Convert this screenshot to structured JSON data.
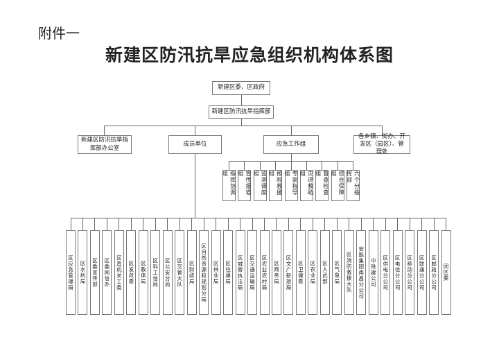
{
  "attachment_label": "附件一",
  "title": "新建区防汛抗旱应急组织机构体系图",
  "top": "新建区委、区政府",
  "command": "新建区防汛抗旱指挥部",
  "level3": [
    "新建区防汛抗旱指挥部办公室",
    "成员单位",
    "应急工作组",
    "各乡镇、街办、开发区（园区）、管理处"
  ],
  "groups": [
    "指挥协调组",
    "宣传报道组",
    "监测调度组",
    "抢险救援组",
    "专家指导组",
    "灾评救助组",
    "督查检查组",
    "综合保障组",
    "六个分指挥部"
  ],
  "members": [
    "区应急管理局",
    "区水利局",
    "区委宣传部",
    "区委网信办",
    "区直机关工委",
    "区发改委",
    "区教体局",
    "区科工信局",
    "区公安分局",
    "区交管大队",
    "区财政局",
    "区自然资源和规划分局",
    "区林业局",
    "区住建局",
    "区城管执法局",
    "区交通运输局",
    "区农业农村局",
    "区商务局",
    "区文广新旅局",
    "区卫健委",
    "区农业局",
    "区人武部",
    "区气象局",
    "区消防救援大队",
    "安能集团南昌分公司",
    "中铁建公司",
    "区供电分公司",
    "区电信分公司",
    "区移动分公司",
    "区联通分公司",
    "区邮政分公司",
    "团区委"
  ]
}
